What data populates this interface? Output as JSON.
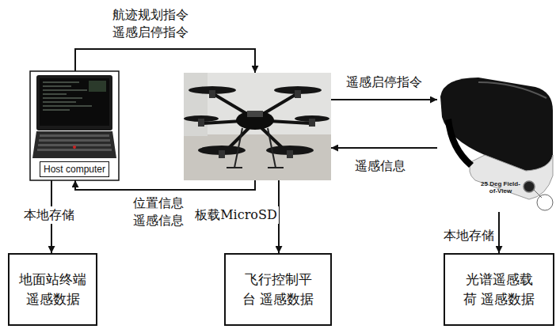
{
  "diagram": {
    "nodes": [
      {
        "text": [
          "Host computer"
        ]
      },
      {
        "text": []
      },
      {
        "text": [
          "25 Deg Field-of-View"
        ]
      },
      {
        "text": [
          "地面站终端 遥感数据"
        ]
      },
      {
        "text": [
          "飞行控制平台 遥感数据"
        ]
      },
      {
        "text": [
          "光谱遥感载荷 遥感数据"
        ]
      }
    ],
    "edges": [
      {
        "from": 0,
        "to": 1,
        "label": "航迹规划指令 遥感启停指令",
        "arrow": "to"
      },
      {
        "from": 1,
        "to": 0,
        "label": "位置信息 遥感信息",
        "arrow": "to"
      },
      {
        "from": 1,
        "to": 2,
        "label": "遥感启停指令",
        "arrow": "to"
      },
      {
        "from": 2,
        "to": 1,
        "label": "遥感信息",
        "arrow": "to"
      },
      {
        "from": 0,
        "to": 3,
        "label": "本地存储",
        "arrow": "to"
      },
      {
        "from": 1,
        "to": 4,
        "label": "板载MicroSD",
        "arrow": "to"
      },
      {
        "from": 2,
        "to": 5,
        "label": "本地存储",
        "arrow": "to"
      }
    ]
  }
}
